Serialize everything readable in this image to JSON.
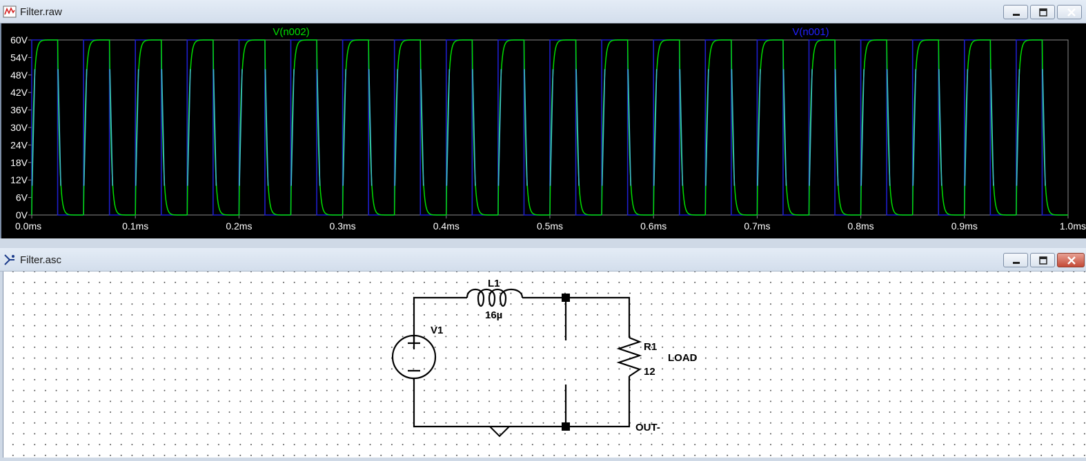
{
  "plot_window": {
    "title": "Filter.raw",
    "trace_labels": [
      {
        "text": "V(n002)",
        "color": "#00e000"
      },
      {
        "text": "V(n001)",
        "color": "#2020ff"
      }
    ]
  },
  "schematic_window": {
    "title": "Filter.asc",
    "components": {
      "inductor": {
        "name": "L1",
        "value": "16µ"
      },
      "source": {
        "name": "V1"
      },
      "resistor": {
        "name": "R1",
        "value": "12"
      },
      "load_label": "LOAD",
      "out_label": "OUT-"
    }
  },
  "colors": {
    "plot_background": "#000000",
    "trace_n002": "#00e000",
    "trace_n001": "#1e1ecc",
    "trace_edge": "#3fb8c8",
    "grid": "#8a8a8a",
    "axis_text": "#ffffff",
    "wire": "#000000"
  },
  "chart_data": {
    "type": "line",
    "xlabel": "",
    "ylabel": "",
    "x_ticks": [
      "0.0ms",
      "0.1ms",
      "0.2ms",
      "0.3ms",
      "0.4ms",
      "0.5ms",
      "0.6ms",
      "0.7ms",
      "0.8ms",
      "0.9ms",
      "1.0ms"
    ],
    "y_ticks": [
      "0V",
      "6V",
      "12V",
      "18V",
      "24V",
      "30V",
      "36V",
      "42V",
      "48V",
      "54V",
      "60V"
    ],
    "xlim": [
      0,
      1.0
    ],
    "ylim": [
      0,
      60
    ],
    "grid": false,
    "pulse": {
      "period_ms": 0.05,
      "on_ms": 0.025,
      "high_v": 60,
      "low_v": 0
    },
    "series": [
      {
        "name": "V(n002)",
        "color": "#00e000",
        "shape": "filtered-square"
      },
      {
        "name": "V(n001)",
        "color": "#1e1ecc",
        "shape": "square"
      }
    ]
  }
}
